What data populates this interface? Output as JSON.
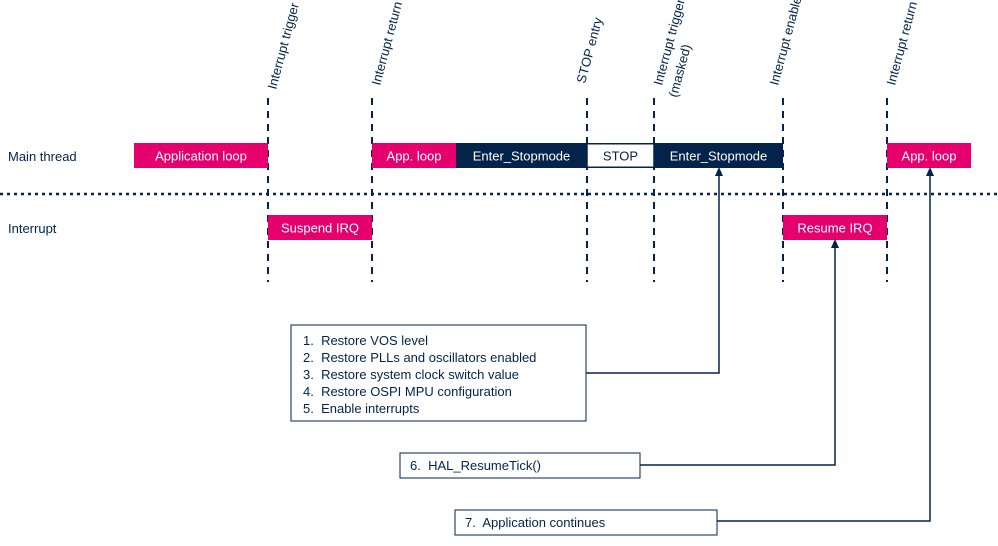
{
  "colors": {
    "pink": "#e5006e",
    "navy": "#03234b",
    "line": "#03234b",
    "text": "#03234b",
    "white": "#ffffff"
  },
  "rows": {
    "main": "Main thread",
    "interrupt": "Interrupt"
  },
  "events": [
    "Interrupt trigger",
    "Interrupt return",
    "STOP entry",
    "Interrupt trigger",
    "(masked)",
    "Interrupt enable",
    "Interrupt return"
  ],
  "blocks": {
    "app_loop_1": "Application loop",
    "app_loop_2": "App. loop",
    "enter_stop_1": "Enter_Stopmode",
    "stop": "STOP",
    "enter_stop_2": "Enter_Stopmode",
    "app_loop_3": "App. loop",
    "suspend_irq": "Suspend IRQ",
    "resume_irq": "Resume IRQ"
  },
  "notes": {
    "restore_list": [
      "1.  Restore VOS level",
      "2.  Restore PLLs and oscillators enabled",
      "3.  Restore system clock switch value",
      "4.  Restore OSPI MPU configuration",
      "5.  Enable interrupts"
    ],
    "resume_tick": "6.  HAL_ResumeTick()",
    "app_continues": "7.  Application continues"
  }
}
